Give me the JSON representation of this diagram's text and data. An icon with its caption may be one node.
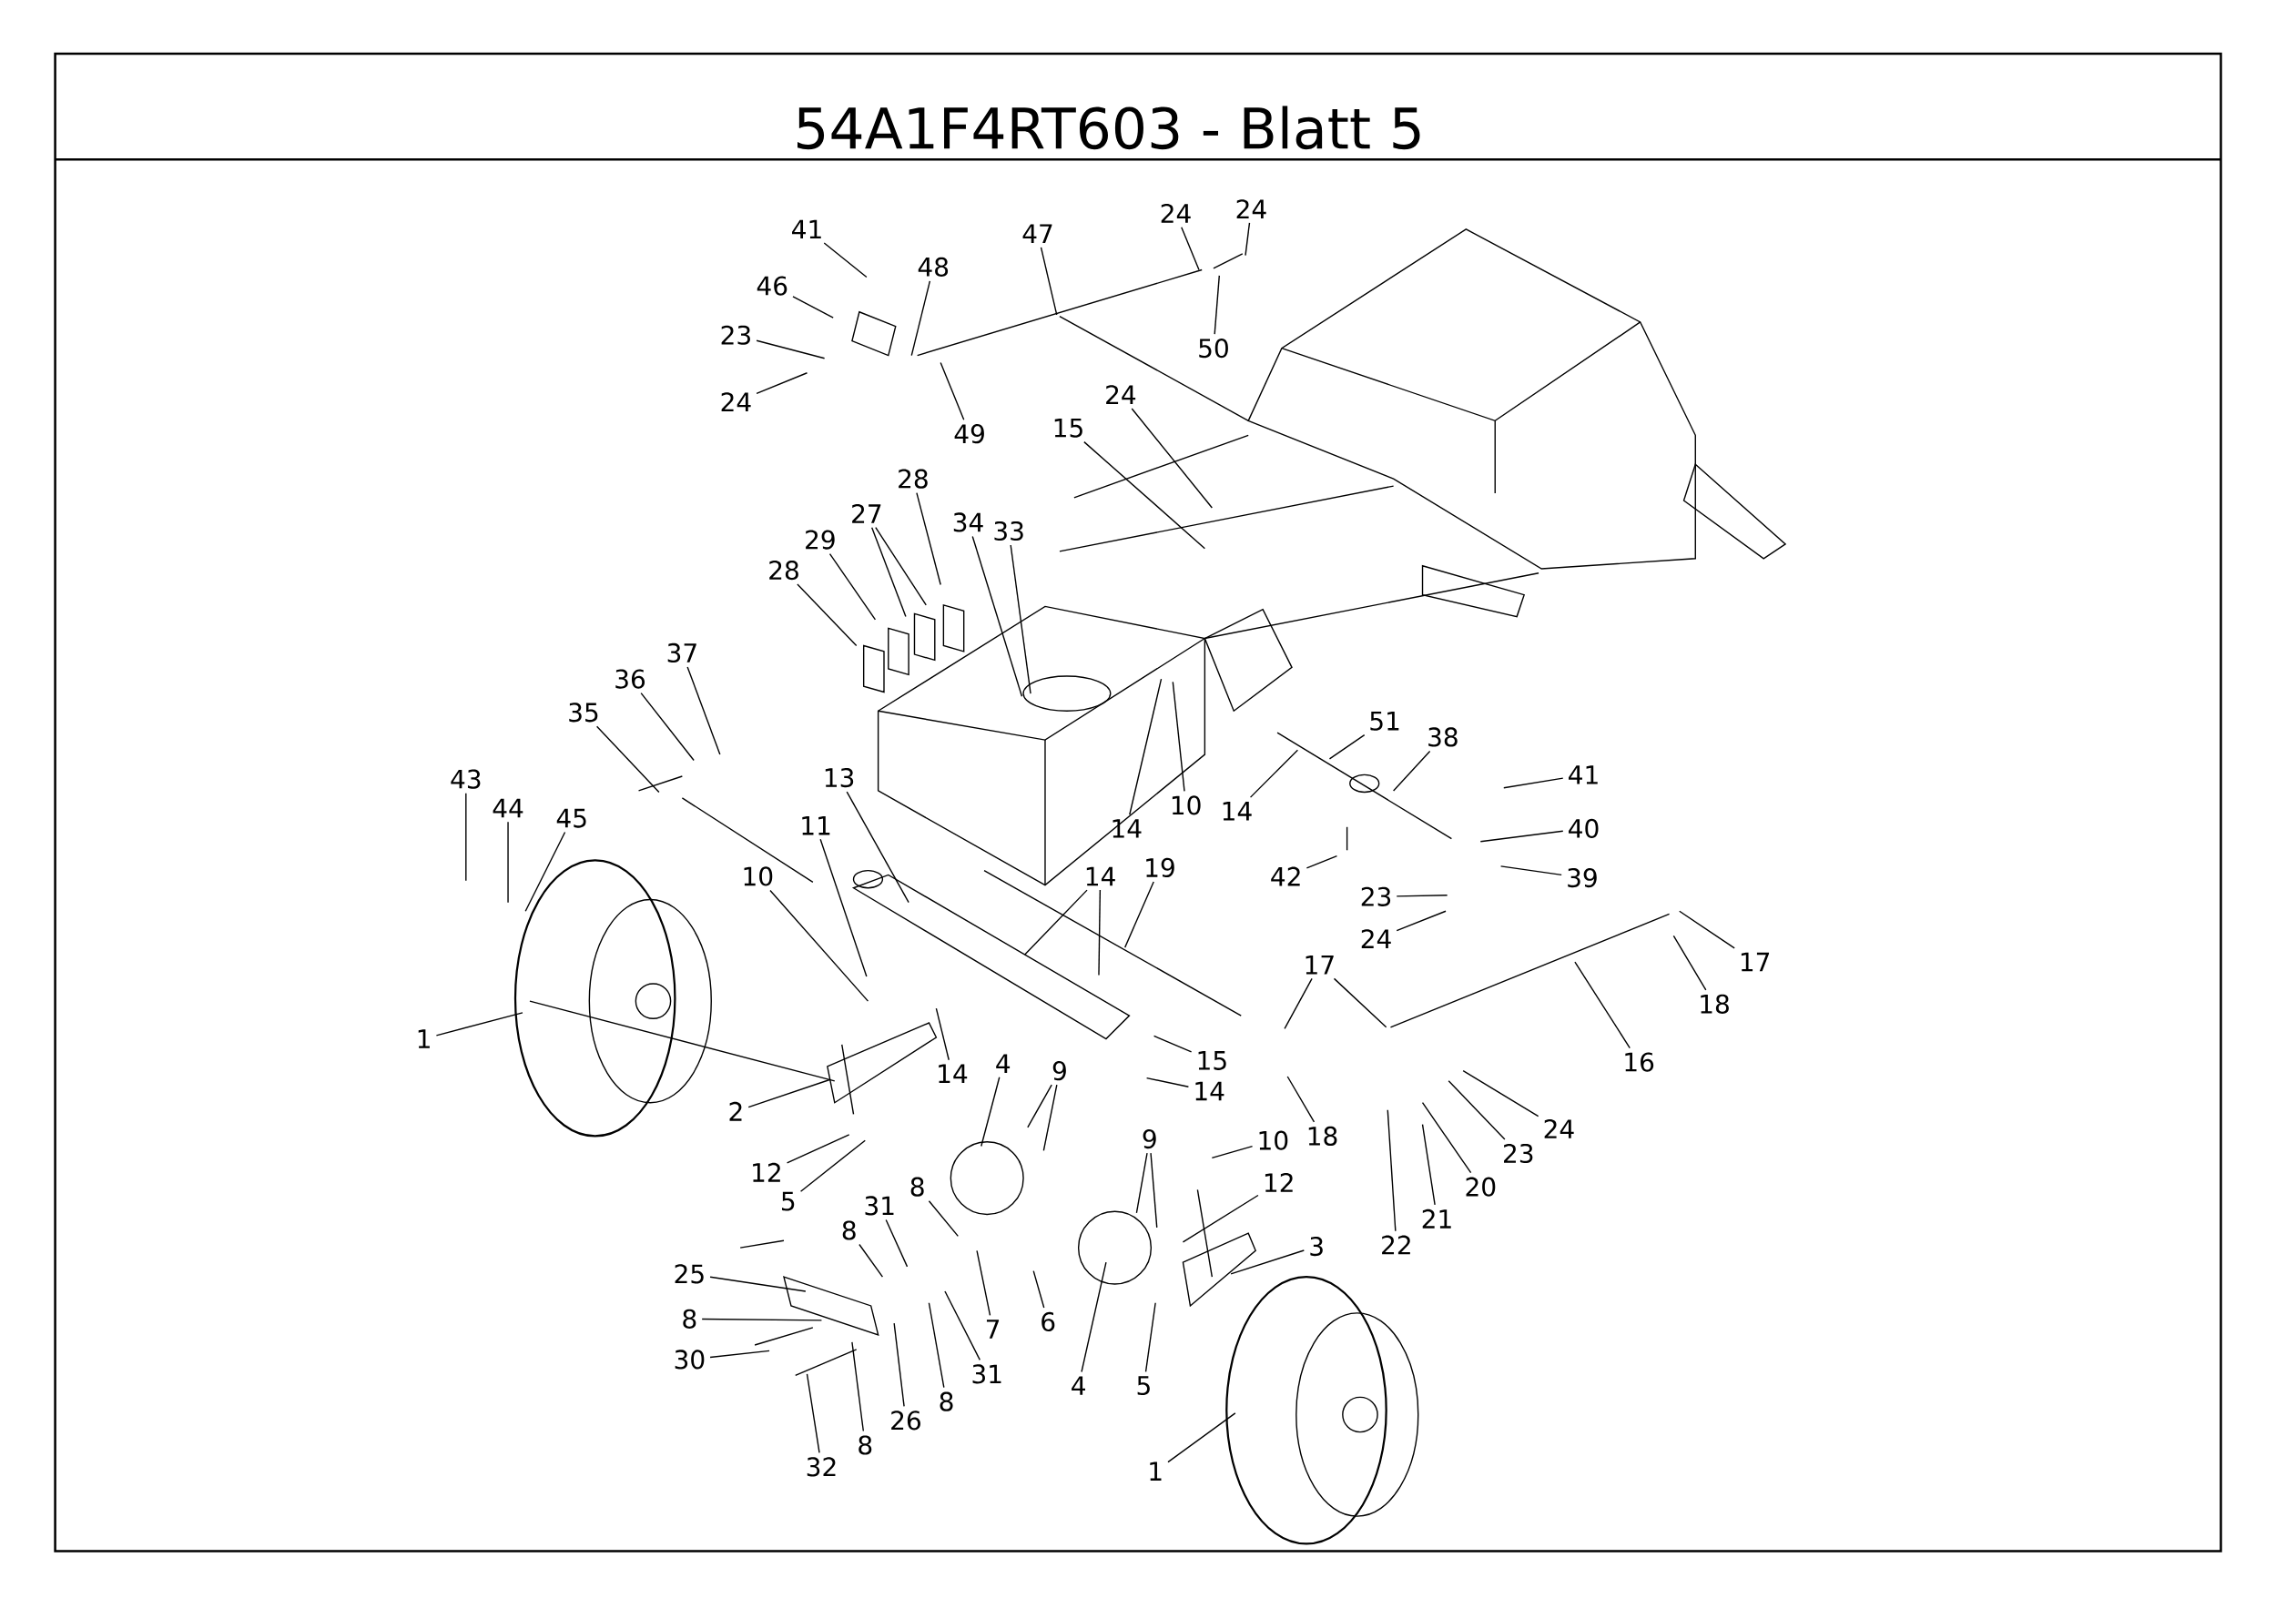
{
  "diagram": {
    "title": "54A1F4RT603 - Blatt 5",
    "nodes": [
      {
        "text": [
          "41"
        ]
      },
      {
        "text": [
          "46"
        ]
      },
      {
        "text": [
          "23"
        ]
      },
      {
        "text": [
          "24"
        ]
      },
      {
        "text": [
          "48"
        ]
      },
      {
        "text": [
          "49"
        ]
      },
      {
        "text": [
          "47"
        ]
      },
      {
        "text": [
          "24"
        ]
      },
      {
        "text": [
          "24"
        ]
      },
      {
        "text": [
          "50"
        ]
      },
      {
        "text": [
          "24"
        ]
      },
      {
        "text": [
          "15"
        ]
      },
      {
        "text": [
          "28"
        ]
      },
      {
        "text": [
          "27"
        ]
      },
      {
        "text": [
          "29"
        ]
      },
      {
        "text": [
          "28"
        ]
      },
      {
        "text": [
          "34"
        ]
      },
      {
        "text": [
          "33"
        ]
      },
      {
        "text": [
          "37"
        ]
      },
      {
        "text": [
          "36"
        ]
      },
      {
        "text": [
          "35"
        ]
      },
      {
        "text": [
          "43"
        ]
      },
      {
        "text": [
          "44"
        ]
      },
      {
        "text": [
          "45"
        ]
      },
      {
        "text": [
          "13"
        ]
      },
      {
        "text": [
          "11"
        ]
      },
      {
        "text": [
          "10"
        ]
      },
      {
        "text": [
          "1"
        ]
      },
      {
        "text": [
          "2"
        ]
      },
      {
        "text": [
          "12"
        ]
      },
      {
        "text": [
          "5"
        ]
      },
      {
        "text": [
          "14"
        ]
      },
      {
        "text": [
          "4"
        ]
      },
      {
        "text": [
          "9"
        ]
      },
      {
        "text": [
          "14"
        ]
      },
      {
        "text": [
          "19"
        ]
      },
      {
        "text": [
          "15"
        ]
      },
      {
        "text": [
          "14"
        ]
      },
      {
        "text": [
          "10"
        ]
      },
      {
        "text": [
          "12"
        ]
      },
      {
        "text": [
          "9"
        ]
      },
      {
        "text": [
          "3"
        ]
      },
      {
        "text": [
          "4"
        ]
      },
      {
        "text": [
          "5"
        ]
      },
      {
        "text": [
          "1"
        ]
      },
      {
        "text": [
          "8"
        ]
      },
      {
        "text": [
          "7"
        ]
      },
      {
        "text": [
          "6"
        ]
      },
      {
        "text": [
          "31"
        ]
      },
      {
        "text": [
          "8"
        ]
      },
      {
        "text": [
          "25"
        ]
      },
      {
        "text": [
          "8"
        ]
      },
      {
        "text": [
          "30"
        ]
      },
      {
        "text": [
          "31"
        ]
      },
      {
        "text": [
          "8"
        ]
      },
      {
        "text": [
          "26"
        ]
      },
      {
        "text": [
          "8"
        ]
      },
      {
        "text": [
          "32"
        ]
      },
      {
        "text": [
          "17"
        ]
      },
      {
        "text": [
          "18"
        ]
      },
      {
        "text": [
          "18"
        ]
      },
      {
        "text": [
          "17"
        ]
      },
      {
        "text": [
          "16"
        ]
      },
      {
        "text": [
          "24"
        ]
      },
      {
        "text": [
          "23"
        ]
      },
      {
        "text": [
          "20"
        ]
      },
      {
        "text": [
          "21"
        ]
      },
      {
        "text": [
          "22"
        ]
      },
      {
        "text": [
          "14"
        ]
      },
      {
        "text": [
          "51"
        ]
      },
      {
        "text": [
          "38"
        ]
      },
      {
        "text": [
          "41"
        ]
      },
      {
        "text": [
          "40"
        ]
      },
      {
        "text": [
          "39"
        ]
      },
      {
        "text": [
          "42"
        ]
      },
      {
        "text": [
          "23"
        ]
      },
      {
        "text": [
          "24"
        ]
      },
      {
        "text": [
          "10"
        ]
      },
      {
        "text": [
          "14"
        ]
      }
    ],
    "edges": [
      {
        "from": 0,
        "to": null,
        "arrow": "none"
      },
      {
        "from": 1,
        "to": null,
        "arrow": "none"
      },
      {
        "from": 2,
        "to": null,
        "arrow": "none"
      },
      {
        "from": 3,
        "to": null,
        "arrow": "none"
      },
      {
        "from": 4,
        "to": null,
        "arrow": "none"
      },
      {
        "from": 5,
        "to": null,
        "arrow": "none"
      },
      {
        "from": 6,
        "to": null,
        "arrow": "none"
      },
      {
        "from": 7,
        "to": null,
        "arrow": "none"
      },
      {
        "from": 8,
        "to": null,
        "arrow": "none"
      },
      {
        "from": 9,
        "to": null,
        "arrow": "none"
      },
      {
        "from": 10,
        "to": null,
        "arrow": "none"
      },
      {
        "from": 11,
        "to": null,
        "arrow": "none"
      },
      {
        "from": 12,
        "to": null,
        "arrow": "none"
      },
      {
        "from": 13,
        "to": null,
        "arrow": "none"
      },
      {
        "from": 13,
        "to": null,
        "arrow": "none"
      },
      {
        "from": 14,
        "to": null,
        "arrow": "none"
      },
      {
        "from": 15,
        "to": null,
        "arrow": "none"
      },
      {
        "from": 16,
        "to": null,
        "arrow": "none"
      },
      {
        "from": 17,
        "to": null,
        "arrow": "none"
      },
      {
        "from": 18,
        "to": null,
        "arrow": "none"
      },
      {
        "from": 19,
        "to": null,
        "arrow": "none"
      },
      {
        "from": 20,
        "to": null,
        "arrow": "none"
      },
      {
        "from": 21,
        "to": null,
        "arrow": "none"
      },
      {
        "from": 22,
        "to": null,
        "arrow": "none"
      },
      {
        "from": 23,
        "to": null,
        "arrow": "none"
      },
      {
        "from": 24,
        "to": null,
        "arrow": "none"
      },
      {
        "from": 25,
        "to": null,
        "arrow": "none"
      },
      {
        "from": 26,
        "to": null,
        "arrow": "none"
      },
      {
        "from": 27,
        "to": null,
        "arrow": "none"
      },
      {
        "from": 28,
        "to": null,
        "arrow": "none"
      },
      {
        "from": 29,
        "to": null,
        "arrow": "none"
      },
      {
        "from": 30,
        "to": null,
        "arrow": "none"
      },
      {
        "from": 31,
        "to": null,
        "arrow": "none"
      },
      {
        "from": 32,
        "to": null,
        "arrow": "none"
      },
      {
        "from": 33,
        "to": null,
        "arrow": "none"
      },
      {
        "from": 33,
        "to": null,
        "arrow": "none"
      },
      {
        "from": 34,
        "to": null,
        "arrow": "none"
      },
      {
        "from": 34,
        "to": null,
        "arrow": "none"
      },
      {
        "from": 35,
        "to": null,
        "arrow": "none"
      },
      {
        "from": 36,
        "to": null,
        "arrow": "none"
      },
      {
        "from": 37,
        "to": null,
        "arrow": "none"
      },
      {
        "from": 38,
        "to": null,
        "arrow": "none"
      },
      {
        "from": 39,
        "to": null,
        "arrow": "none"
      },
      {
        "from": 40,
        "to": null,
        "arrow": "none"
      },
      {
        "from": 40,
        "to": null,
        "arrow": "none"
      },
      {
        "from": 41,
        "to": null,
        "arrow": "none"
      },
      {
        "from": 42,
        "to": null,
        "arrow": "none"
      },
      {
        "from": 43,
        "to": null,
        "arrow": "none"
      },
      {
        "from": 44,
        "to": null,
        "arrow": "none"
      },
      {
        "from": 45,
        "to": null,
        "arrow": "none"
      },
      {
        "from": 46,
        "to": null,
        "arrow": "none"
      },
      {
        "from": 47,
        "to": null,
        "arrow": "none"
      },
      {
        "from": 48,
        "to": null,
        "arrow": "none"
      },
      {
        "from": 49,
        "to": null,
        "arrow": "none"
      },
      {
        "from": 50,
        "to": null,
        "arrow": "none"
      },
      {
        "from": 51,
        "to": null,
        "arrow": "none"
      },
      {
        "from": 52,
        "to": null,
        "arrow": "none"
      },
      {
        "from": 53,
        "to": null,
        "arrow": "none"
      },
      {
        "from": 54,
        "to": null,
        "arrow": "none"
      },
      {
        "from": 55,
        "to": null,
        "arrow": "none"
      },
      {
        "from": 56,
        "to": null,
        "arrow": "none"
      },
      {
        "from": 57,
        "to": null,
        "arrow": "none"
      },
      {
        "from": 58,
        "to": null,
        "arrow": "none"
      },
      {
        "from": 58,
        "to": null,
        "arrow": "none"
      },
      {
        "from": 59,
        "to": null,
        "arrow": "none"
      },
      {
        "from": 60,
        "to": null,
        "arrow": "none"
      },
      {
        "from": 61,
        "to": null,
        "arrow": "none"
      },
      {
        "from": 62,
        "to": null,
        "arrow": "none"
      },
      {
        "from": 63,
        "to": null,
        "arrow": "none"
      },
      {
        "from": 64,
        "to": null,
        "arrow": "none"
      },
      {
        "from": 65,
        "to": null,
        "arrow": "none"
      },
      {
        "from": 66,
        "to": null,
        "arrow": "none"
      },
      {
        "from": 67,
        "to": null,
        "arrow": "none"
      },
      {
        "from": 68,
        "to": null,
        "arrow": "none"
      },
      {
        "from": 69,
        "to": null,
        "arrow": "none"
      },
      {
        "from": 70,
        "to": null,
        "arrow": "none"
      },
      {
        "from": 71,
        "to": null,
        "arrow": "none"
      },
      {
        "from": 72,
        "to": null,
        "arrow": "none"
      },
      {
        "from": 73,
        "to": null,
        "arrow": "none"
      },
      {
        "from": 74,
        "to": null,
        "arrow": "none"
      },
      {
        "from": 75,
        "to": null,
        "arrow": "none"
      },
      {
        "from": 76,
        "to": null,
        "arrow": "none"
      },
      {
        "from": 77,
        "to": null,
        "arrow": "none"
      },
      {
        "from": 78,
        "to": null,
        "arrow": "none"
      }
    ]
  }
}
